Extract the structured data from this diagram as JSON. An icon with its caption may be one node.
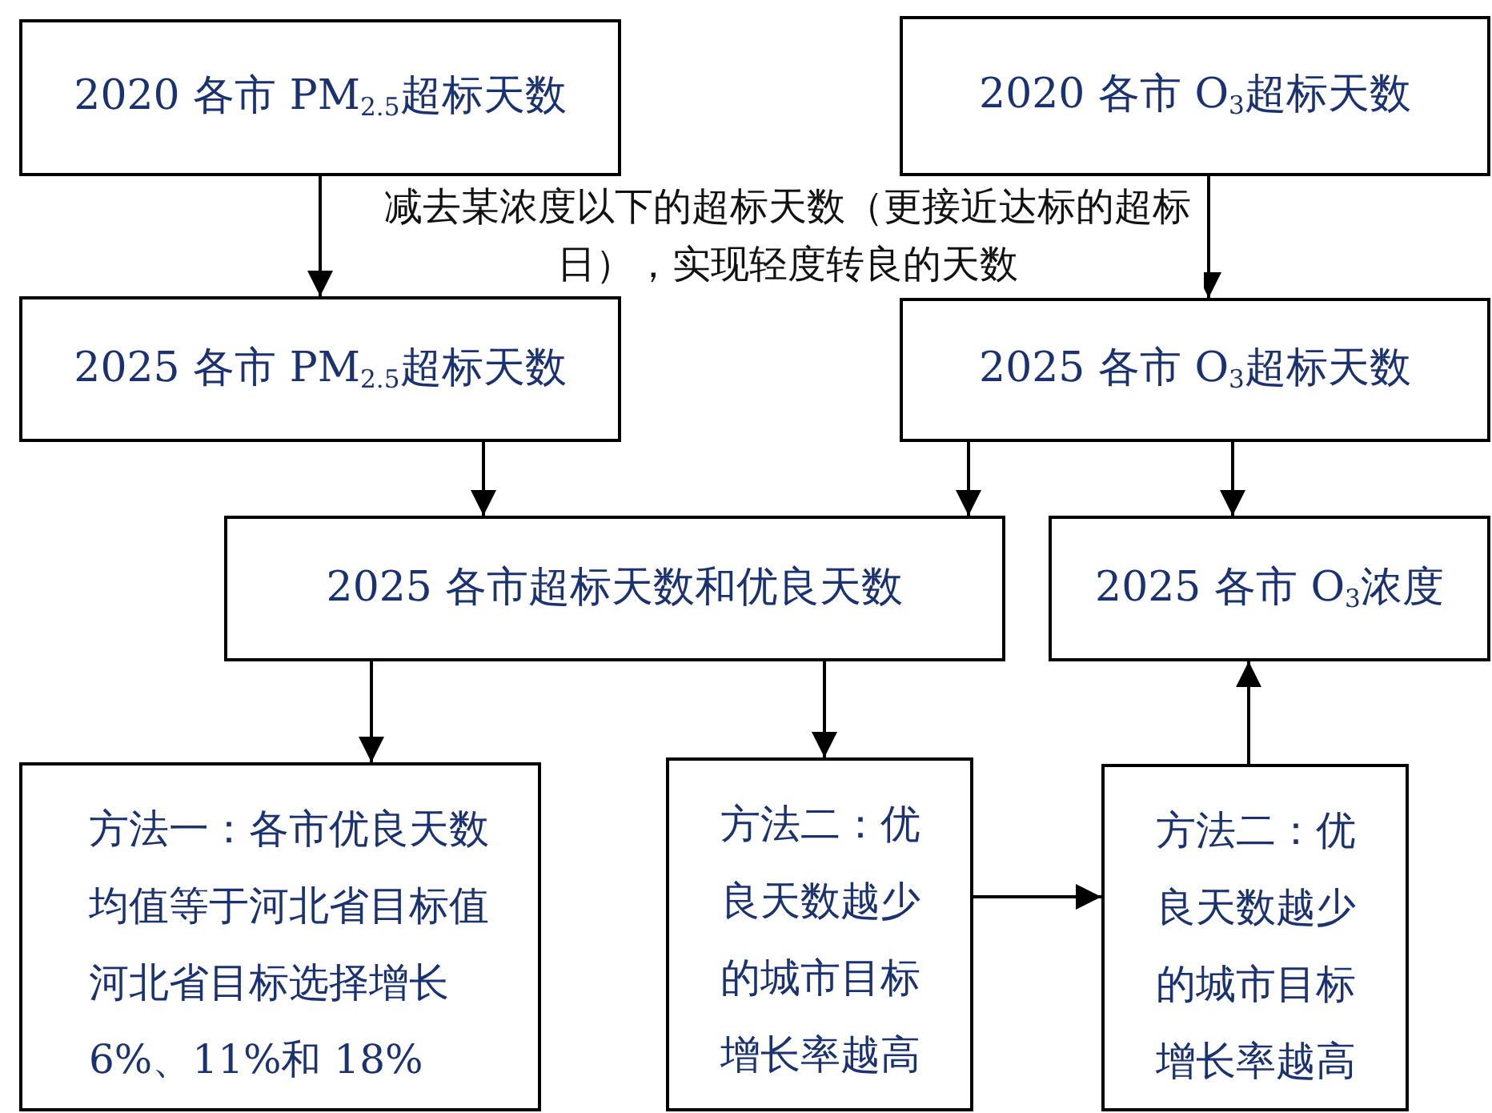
{
  "diagram": {
    "nodes": [
      {
        "text": [
          "2020 各市 PM$_{2.5}$超标天数"
        ]
      },
      {
        "text": [
          "2020 各市 O$_{3}$超标天数"
        ]
      },
      {
        "text": [
          "2025 各市 PM$_{2.5}$超标天数"
        ]
      },
      {
        "text": [
          "2025 各市 O$_{3}$超标天数"
        ]
      },
      {
        "text": [
          "2025 各市超标天数和优良天数"
        ]
      },
      {
        "text": [
          "2025 各市 O$_{3}$浓度"
        ]
      },
      {
        "text": [
          "方法一：各市优良天数均值等于河北省目标值",
          "河北省目标选择增长 6%、11%和 18%"
        ]
      },
      {
        "text": [
          "方法二：优良天数越少的城市目标增长率越高"
        ]
      },
      {
        "text": [
          "方法二：优良天数越少的城市目标增长率越高"
        ]
      }
    ],
    "edges": [
      {
        "from": 0,
        "to": 2,
        "arrow": "to"
      },
      {
        "from": 1,
        "to": 3,
        "arrow": "to"
      },
      {
        "from": 2,
        "to": 4,
        "arrow": "to"
      },
      {
        "from": 3,
        "to": 4,
        "arrow": "to"
      },
      {
        "from": 3,
        "to": 5,
        "arrow": "to"
      },
      {
        "from": 4,
        "to": 6,
        "arrow": "to"
      },
      {
        "from": 4,
        "to": 7,
        "arrow": "to"
      },
      {
        "from": 7,
        "to": 8,
        "arrow": "to"
      },
      {
        "from": 8,
        "to": 5,
        "arrow": "to"
      }
    ],
    "labels": [
      "减去某浓度以下的超标天数（更接近达标的超标日），实现轻度转良的天数"
    ]
  }
}
